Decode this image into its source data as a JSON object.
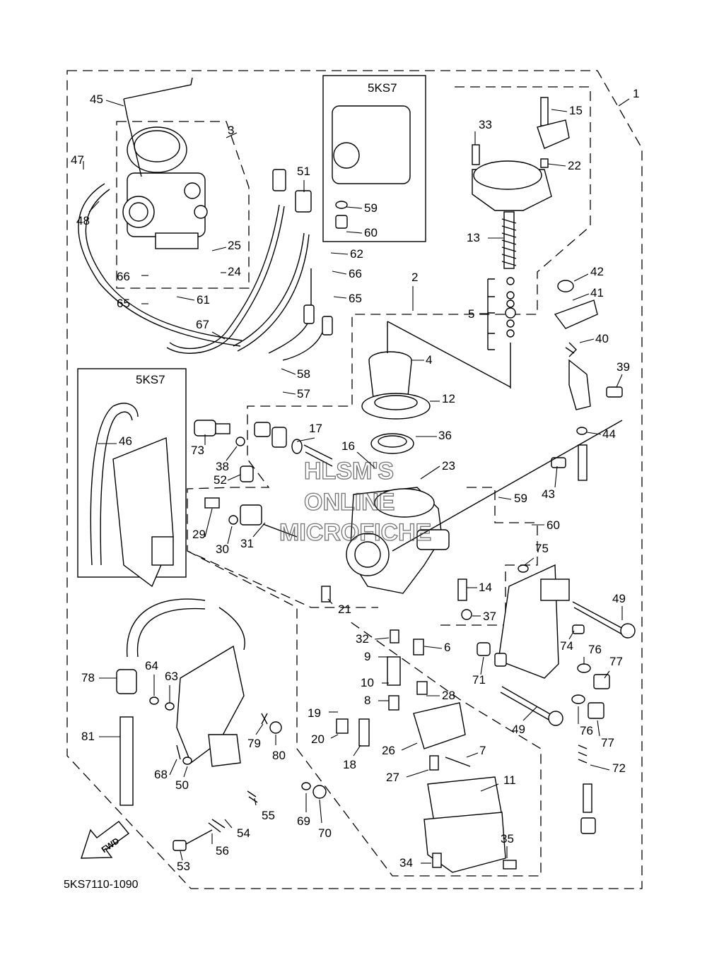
{
  "diagram": {
    "drawing_code": "5KS7110-1090",
    "variant_label": "5KS7",
    "fwd_arrow": "FWD",
    "watermark": [
      "HLSM'S",
      "ONLINE",
      "MICROFICHE"
    ],
    "part_labels": [
      "1",
      "2",
      "3",
      "4",
      "5",
      "6",
      "7",
      "8",
      "9",
      "10",
      "11",
      "12",
      "13",
      "14",
      "15",
      "16",
      "17",
      "18",
      "19",
      "20",
      "21",
      "22",
      "23",
      "24",
      "25",
      "26",
      "27",
      "28",
      "29",
      "30",
      "31",
      "32",
      "33",
      "34",
      "35",
      "36",
      "37",
      "38",
      "39",
      "40",
      "41",
      "42",
      "43",
      "44",
      "45",
      "46",
      "47",
      "48",
      "49",
      "50",
      "51",
      "52",
      "53",
      "54",
      "55",
      "56",
      "57",
      "58",
      "59",
      "60",
      "61",
      "62",
      "63",
      "64",
      "65",
      "66",
      "67",
      "68",
      "69",
      "70",
      "71",
      "72",
      "73",
      "74",
      "75",
      "76",
      "77",
      "78",
      "79",
      "80",
      "81"
    ]
  }
}
